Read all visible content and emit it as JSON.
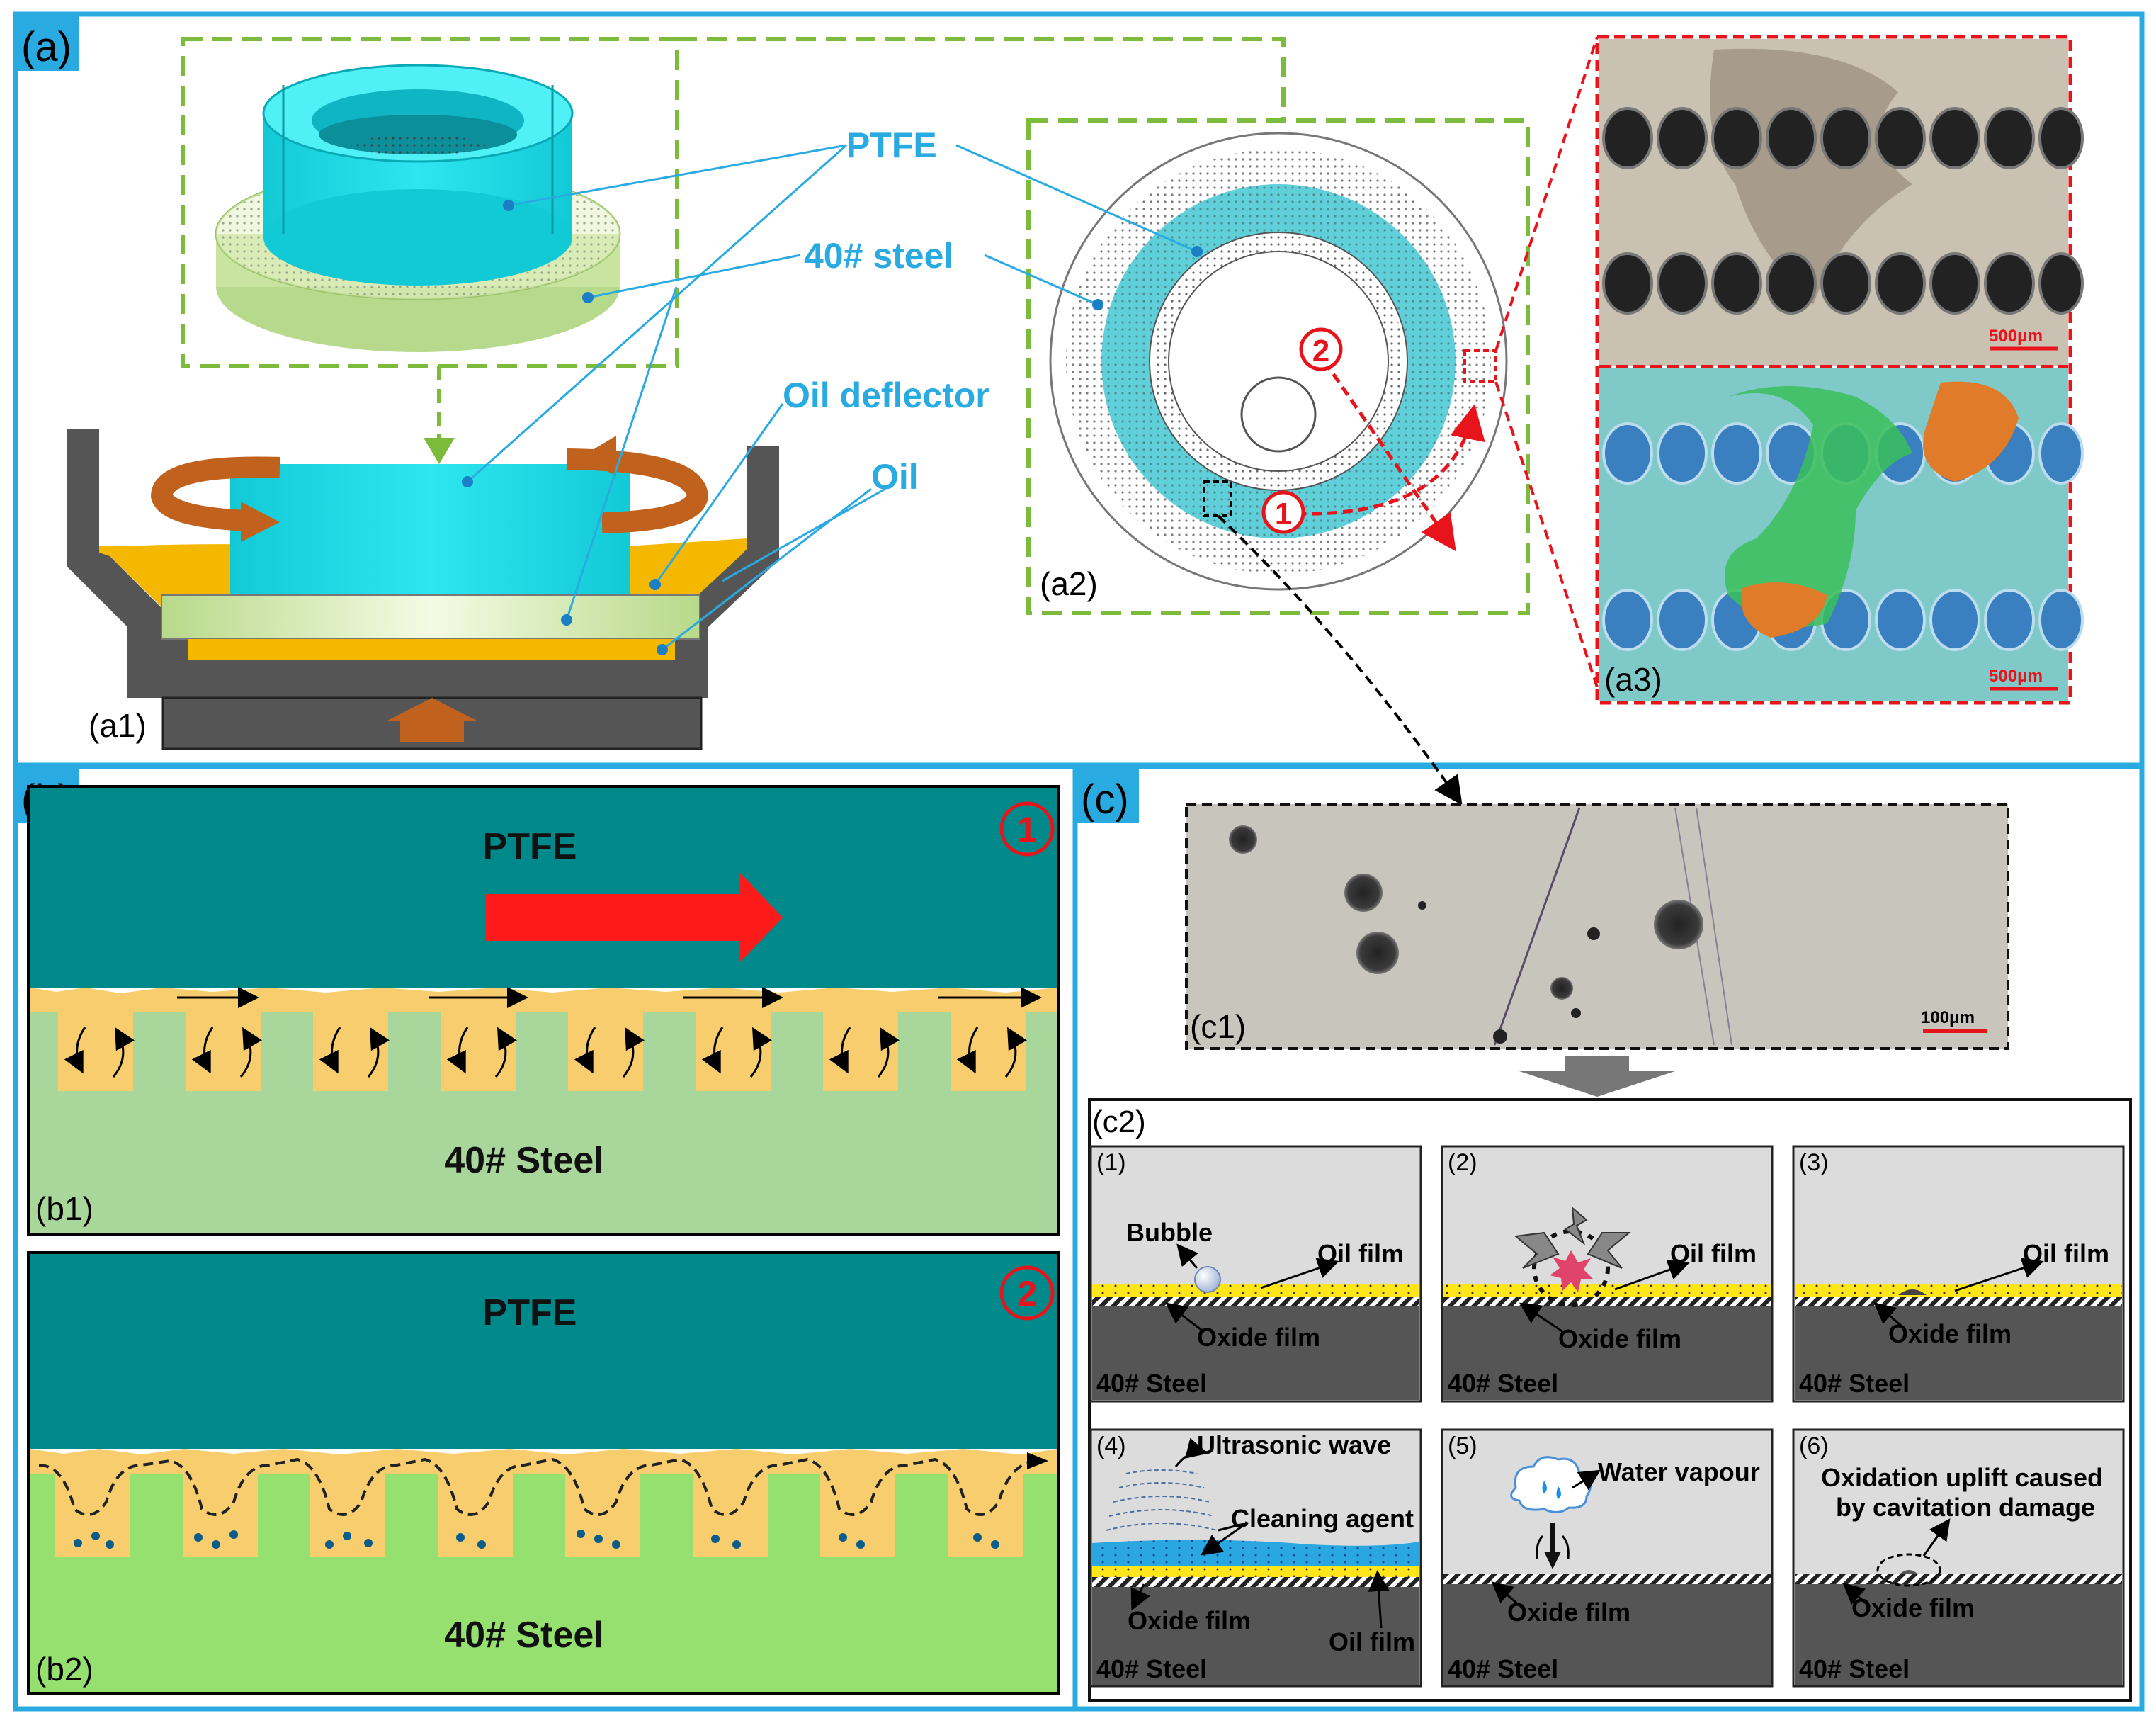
{
  "panels": {
    "a": "(a)",
    "b": "(b)",
    "c": "(c)",
    "a1": "(a1)",
    "a2": "(a2)",
    "a3": "(a3)",
    "b1": "(b1)",
    "b2": "(b2)",
    "c1": "(c1)",
    "c2": "(c2)"
  },
  "labels": {
    "ptfe": "PTFE",
    "steel40": "40# steel",
    "oil_deflector": "Oil deflector",
    "oil": "Oil",
    "circle1": "1",
    "circle2": "2"
  },
  "scales": {
    "a3_top": "500μm",
    "a3_bottom": "500μm",
    "c1": "100μm"
  },
  "b": {
    "ptfe_label": "PTFE",
    "steel_label": "40# Steel",
    "state1": "1",
    "state2": "2"
  },
  "c2": {
    "steps": [
      {
        "num": "(1)",
        "steel": "40# Steel",
        "oil_film": "Oil film",
        "oxide_film": "Oxide film",
        "bubble": "Bubble"
      },
      {
        "num": "(2)",
        "steel": "40# Steel",
        "oil_film": "Oil film",
        "oxide_film": "Oxide film"
      },
      {
        "num": "(3)",
        "steel": "40# Steel",
        "oil_film": "Oil film",
        "oxide_film": "Oxide film"
      },
      {
        "num": "(4)",
        "steel": "40# Steel",
        "ultrasonic": "Ultrasonic wave",
        "cleaning": "Cleaning agent",
        "oxide_film": "Oxide film",
        "oil_film": "Oil film"
      },
      {
        "num": "(5)",
        "steel": "40# Steel",
        "vapour": "Water vapour",
        "oxide_film": "Oxide film"
      },
      {
        "num": "(6)",
        "steel": "40# Steel",
        "uplift_line1": "Oxidation uplift caused",
        "uplift_line2": "by cavitation damage",
        "oxide_film": "Oxide film"
      }
    ]
  },
  "colors": {
    "frame_blue": "#29abe2",
    "ptfe_cyan": "#19d7e3",
    "steel_green": "#cfe6a5",
    "oil_orange": "#f5b800",
    "teal": "#00898a",
    "pit_yellow": "#f7cd6e",
    "accent_red": "#e8141b",
    "arrow_brown": "#c0621e",
    "dash_green": "#7dbb3c"
  }
}
